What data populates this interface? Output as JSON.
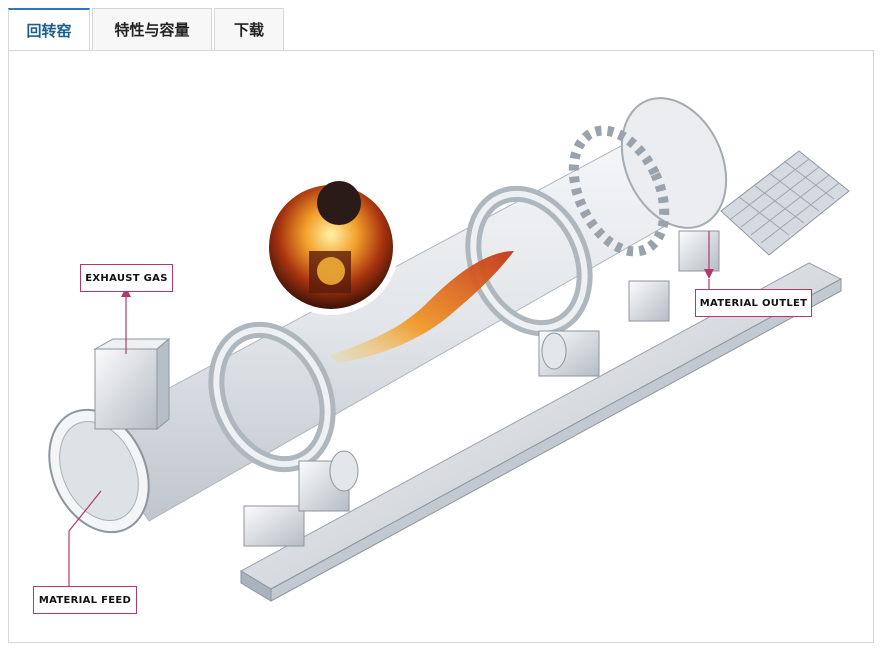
{
  "tabs": [
    {
      "label": "回转窑",
      "active": true
    },
    {
      "label": "特性与容量",
      "active": false
    },
    {
      "label": "下载",
      "active": false
    }
  ],
  "diagram": {
    "labels": {
      "exhaust_gas": "EXHAUST GAS",
      "material_outlet": "MATERIAL OUTLET",
      "material_feed": "MATERIAL FEED"
    }
  },
  "colors": {
    "accent_tab": "#1b5f8f",
    "callout_border": "#b4386e",
    "flame_core": "#f0a020",
    "flame_edge": "#c0301a"
  },
  "icons": [
    "arrow-up-icon",
    "arrow-down-icon",
    "leader-line-icon"
  ]
}
